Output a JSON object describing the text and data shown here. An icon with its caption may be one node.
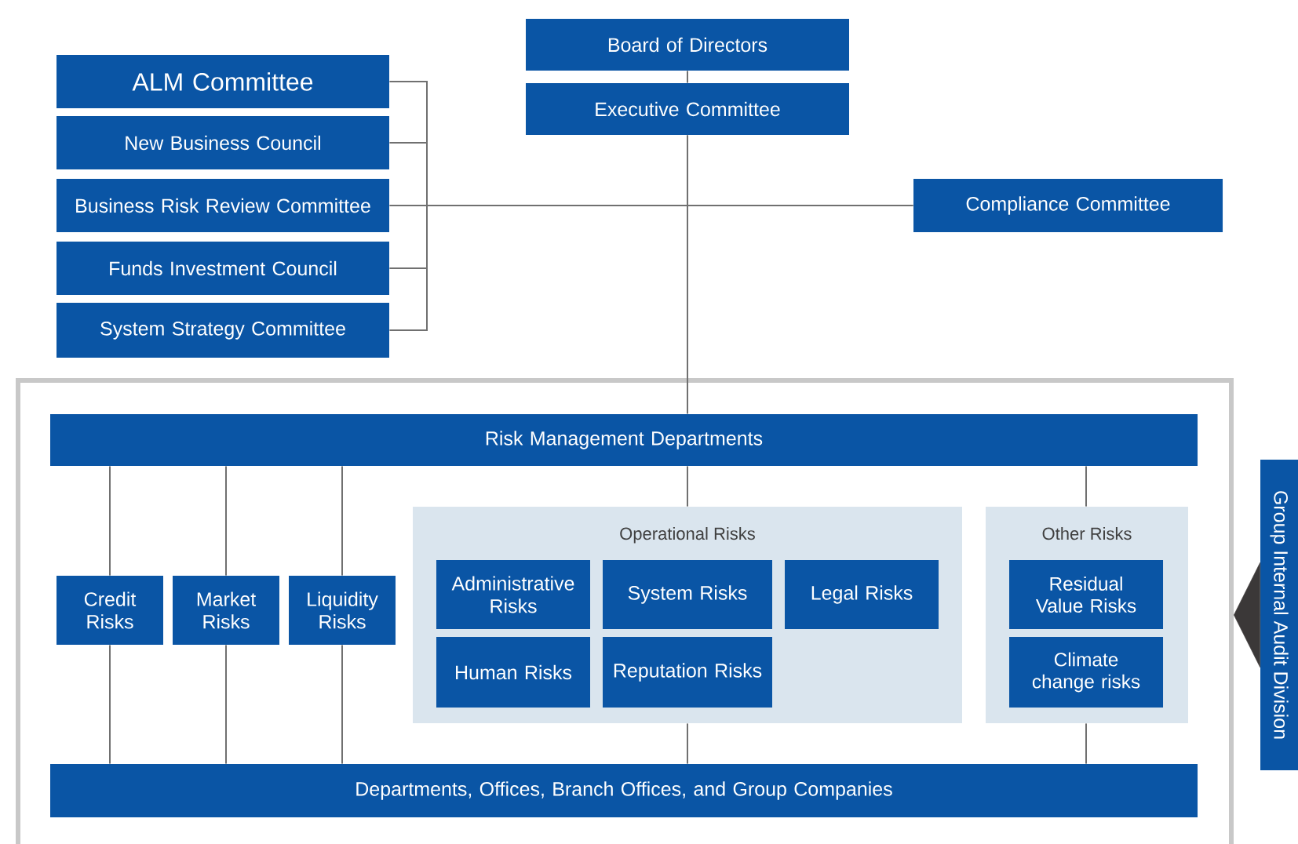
{
  "diagram": {
    "nodes": [
      {
        "text": [
          "Board of Directors"
        ]
      },
      {
        "text": [
          "Executive Committee"
        ]
      },
      {
        "text": [
          "ALM Committee"
        ]
      },
      {
        "text": [
          "New Business Council"
        ]
      },
      {
        "text": [
          "Business Risk Review Committee"
        ]
      },
      {
        "text": [
          "Funds Investment Council"
        ]
      },
      {
        "text": [
          "System Strategy Committee"
        ]
      },
      {
        "text": [
          "Compliance Committee"
        ]
      },
      {
        "text": [],
        "shape": "box"
      },
      {
        "text": [
          "Risk Management Departments"
        ],
        "in": 8
      },
      {
        "text": [
          "Credit Risks"
        ],
        "in": 8
      },
      {
        "text": [
          "Market Risks"
        ],
        "in": 8
      },
      {
        "text": [
          "Liquidity Risks"
        ],
        "in": 8
      },
      {
        "text": [
          "Operational Risks"
        ],
        "in": 8
      },
      {
        "text": [
          "Administrative Risks"
        ],
        "in": 13
      },
      {
        "text": [
          "System Risks"
        ],
        "in": 13
      },
      {
        "text": [
          "Legal Risks"
        ],
        "in": 13
      },
      {
        "text": [
          "Human Risks"
        ],
        "in": 13
      },
      {
        "text": [
          "Reputation Risks"
        ],
        "in": 13
      },
      {
        "text": [
          "Other Risks"
        ],
        "in": 8
      },
      {
        "text": [
          "Residual Value Risks"
        ],
        "in": 19
      },
      {
        "text": [
          "Climate change risks"
        ],
        "in": 19
      },
      {
        "text": [
          "Departments, Offices, Branch Offices, and Group Companies"
        ],
        "in": 8
      },
      {
        "text": [
          "Group Internal Audit Division"
        ]
      }
    ],
    "edges": [
      {
        "from": 0,
        "to": 1,
        "arrow": "none"
      },
      {
        "from": 2,
        "to": 1,
        "arrow": "none"
      },
      {
        "from": 3,
        "to": 1,
        "arrow": "none"
      },
      {
        "from": 4,
        "to": 1,
        "arrow": "none"
      },
      {
        "from": 5,
        "to": 1,
        "arrow": "none"
      },
      {
        "from": 6,
        "to": 1,
        "arrow": "none"
      },
      {
        "from": 7,
        "to": 1,
        "arrow": "none"
      },
      {
        "from": 1,
        "to": 9,
        "arrow": "none"
      },
      {
        "from": 9,
        "to": 10,
        "arrow": "none"
      },
      {
        "from": 9,
        "to": 11,
        "arrow": "none"
      },
      {
        "from": 9,
        "to": 12,
        "arrow": "none"
      },
      {
        "from": 9,
        "to": 13,
        "arrow": "none"
      },
      {
        "from": 9,
        "to": 19,
        "arrow": "none"
      },
      {
        "from": 10,
        "to": 22,
        "arrow": "none"
      },
      {
        "from": 11,
        "to": 22,
        "arrow": "none"
      },
      {
        "from": 12,
        "to": 22,
        "arrow": "none"
      },
      {
        "from": 13,
        "to": 22,
        "arrow": "none"
      },
      {
        "from": 19,
        "to": 22,
        "arrow": "none"
      },
      {
        "from": 23,
        "to": 8,
        "arrow": "to",
        "color": "#3b3838"
      }
    ]
  }
}
